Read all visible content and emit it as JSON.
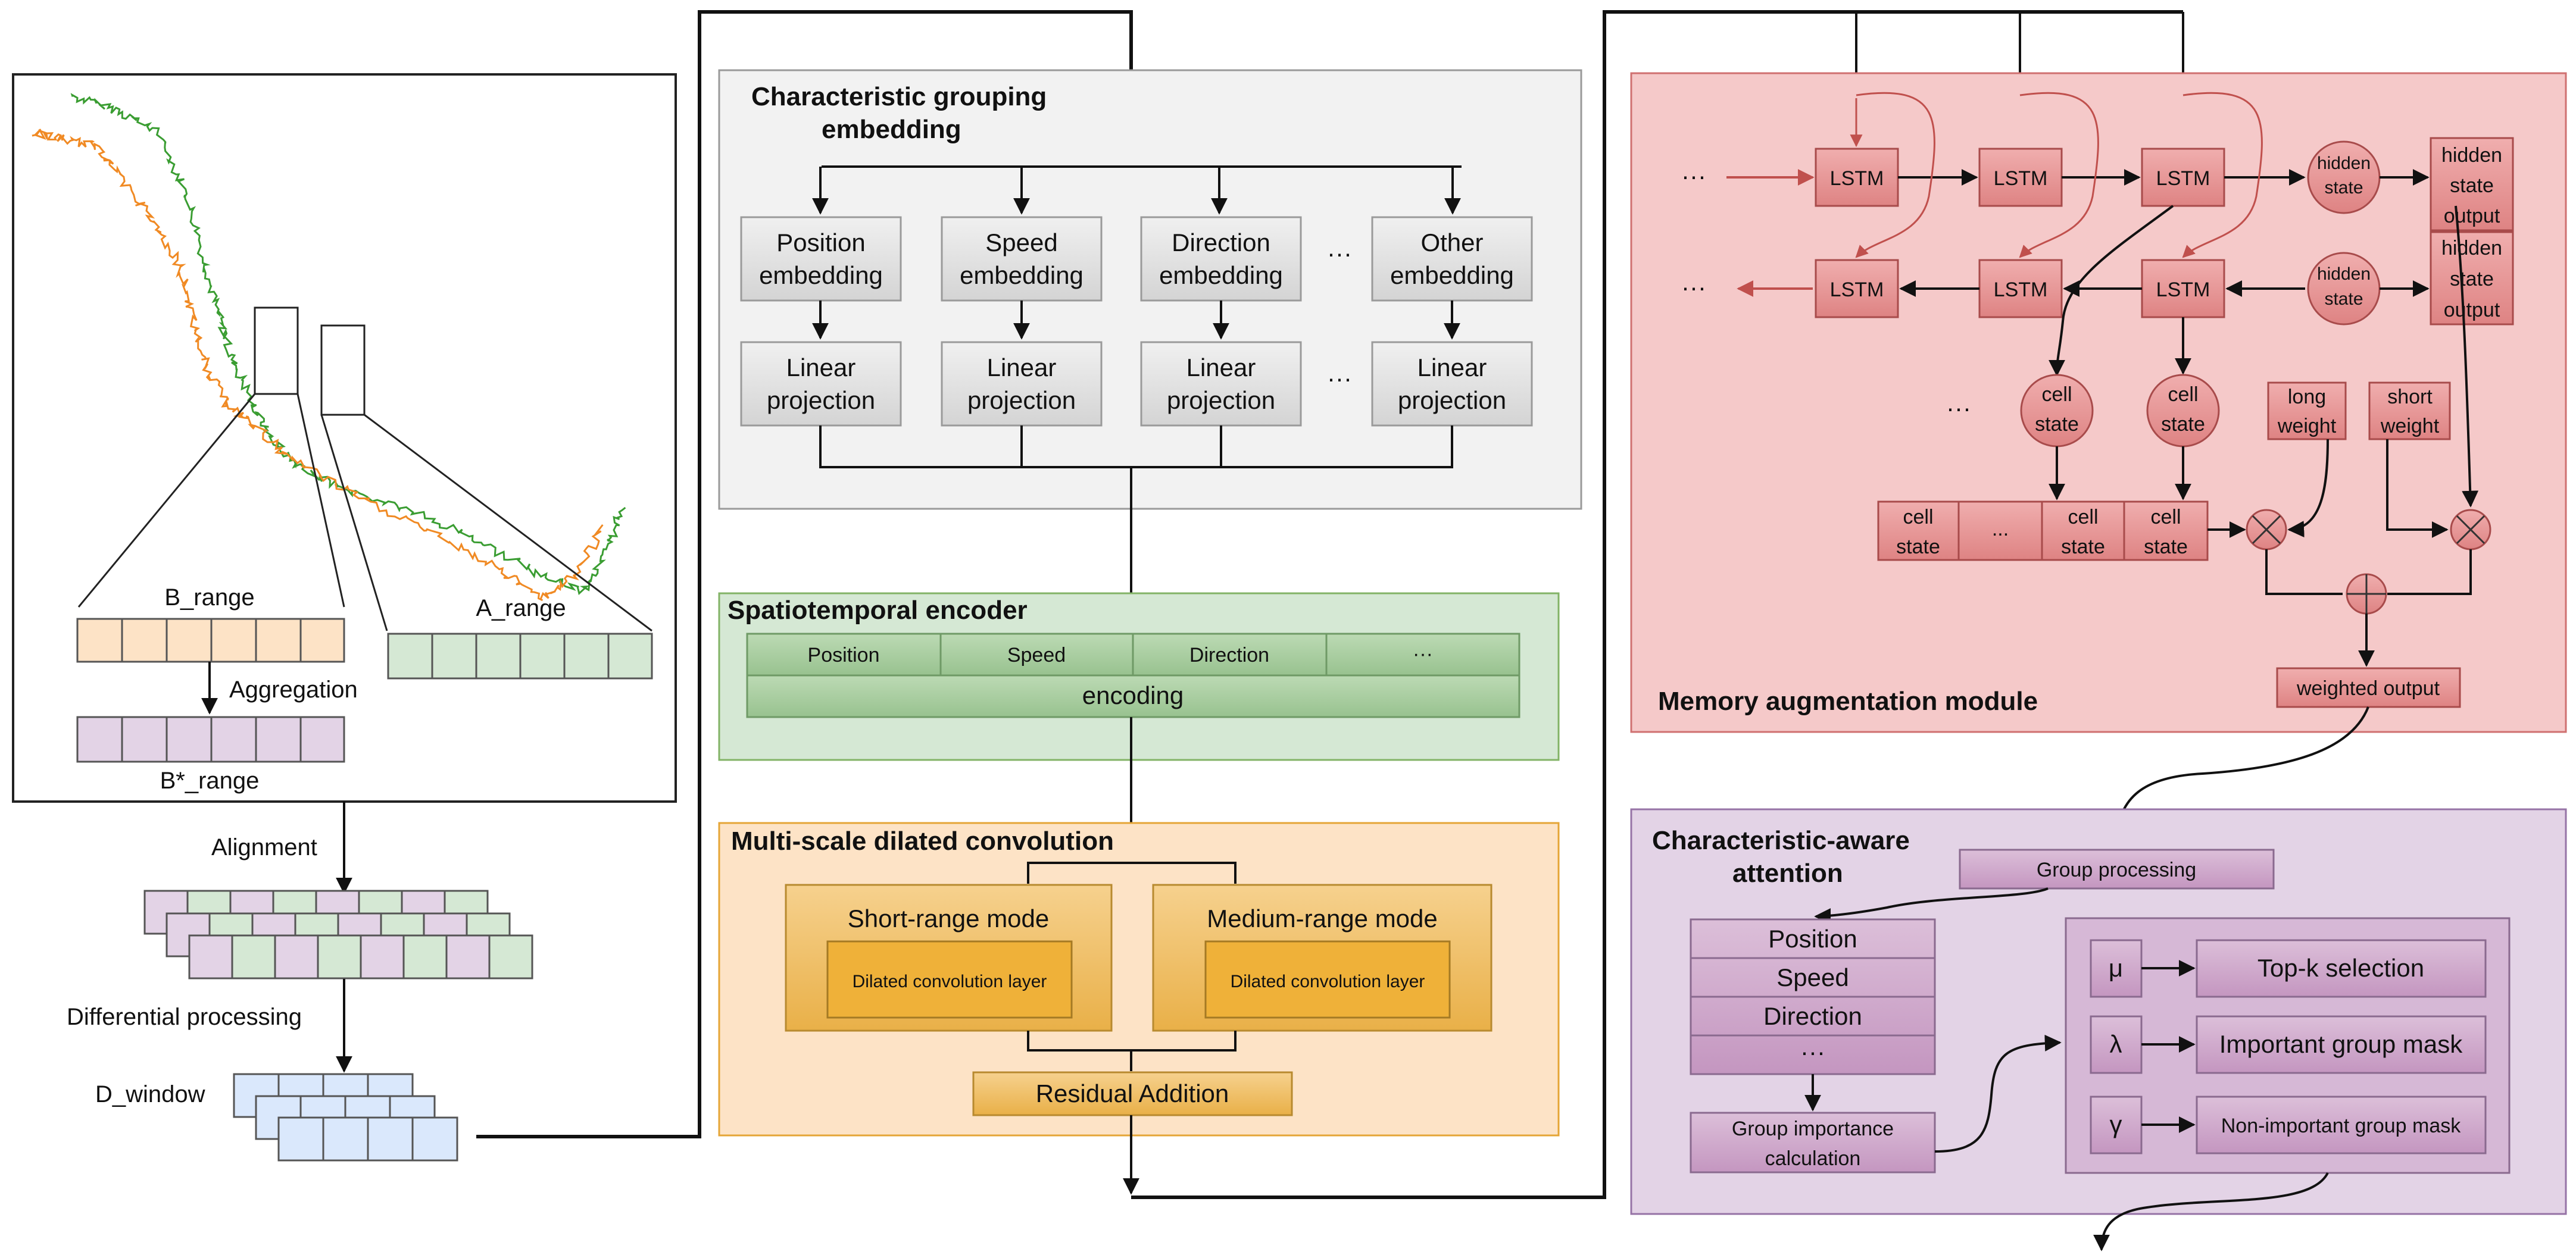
{
  "colors": {
    "panel_grey": "#f2f2f2",
    "panel_green": "#d5e8d4",
    "panel_orange": "#fde3c6",
    "panel_red": "#f5c9c9",
    "panel_purple": "#e3d3e6",
    "grey_box": "#e0e0e0",
    "green_box": "#a9cda1",
    "orange_box": "#efbd60",
    "red_box": "#e89696",
    "purple_box": "#cfa8cc",
    "series_green": "#3a9d32",
    "series_orange": "#f08a24",
    "arrow_red": "#c0504d"
  },
  "left_panel": {
    "b_range": "B_range",
    "a_range": "A_range",
    "aggregation": "Aggregation",
    "b_star_range": "B*_range",
    "alignment": "Alignment",
    "differential": "Differential processing",
    "d_window": "D_window",
    "series": [
      {
        "color_key": "series_green",
        "points": [
          [
            0.09,
            0.03
          ],
          [
            0.16,
            0.05
          ],
          [
            0.22,
            0.08
          ],
          [
            0.26,
            0.16
          ],
          [
            0.29,
            0.26
          ],
          [
            0.31,
            0.33
          ],
          [
            0.33,
            0.39
          ],
          [
            0.36,
            0.45
          ],
          [
            0.39,
            0.5
          ],
          [
            0.43,
            0.54
          ],
          [
            0.5,
            0.57
          ],
          [
            0.6,
            0.6
          ],
          [
            0.7,
            0.64
          ],
          [
            0.8,
            0.69
          ],
          [
            0.86,
            0.71
          ],
          [
            0.9,
            0.65
          ],
          [
            0.92,
            0.59
          ]
        ]
      },
      {
        "color_key": "series_orange",
        "points": [
          [
            0.03,
            0.08
          ],
          [
            0.08,
            0.09
          ],
          [
            0.13,
            0.1
          ],
          [
            0.16,
            0.14
          ],
          [
            0.21,
            0.2
          ],
          [
            0.25,
            0.26
          ],
          [
            0.27,
            0.33
          ],
          [
            0.29,
            0.4
          ],
          [
            0.32,
            0.45
          ],
          [
            0.36,
            0.48
          ],
          [
            0.42,
            0.53
          ],
          [
            0.52,
            0.58
          ],
          [
            0.63,
            0.63
          ],
          [
            0.73,
            0.68
          ],
          [
            0.8,
            0.72
          ],
          [
            0.85,
            0.69
          ],
          [
            0.89,
            0.62
          ]
        ]
      }
    ]
  },
  "grouping": {
    "title_line1": "Characteristic grouping",
    "title_line2": "embedding",
    "embeddings": [
      {
        "l1": "Position",
        "l2": "embedding"
      },
      {
        "l1": "Speed",
        "l2": "embedding"
      },
      {
        "l1": "Direction",
        "l2": "embedding"
      },
      {
        "l1": "Other",
        "l2": "embedding"
      }
    ],
    "projections": [
      {
        "l1": "Linear",
        "l2": "projection"
      },
      {
        "l1": "Linear",
        "l2": "projection"
      },
      {
        "l1": "Linear",
        "l2": "projection"
      },
      {
        "l1": "Linear",
        "l2": "projection"
      }
    ],
    "ellipsis": "···"
  },
  "encoder": {
    "title": "Spatiotemporal encoder",
    "cells": [
      "Position",
      "Speed",
      "Direction",
      "···"
    ],
    "encoding": "encoding"
  },
  "dilated": {
    "title": "Multi-scale dilated convolution",
    "short_mode": "Short-range mode",
    "medium_mode": "Medium-range mode",
    "layer": "Dilated convolution layer",
    "residual": "Residual Addition"
  },
  "memory": {
    "title": "Memory augmentation module",
    "lstm": "LSTM",
    "dots": "···",
    "hidden_l1": "hidden",
    "hidden_l2": "state",
    "hidden_out": [
      "hidden",
      "state",
      "output"
    ],
    "cell_l1": "cell",
    "cell_l2": "state",
    "cell_mid": "...",
    "long_l1": "long",
    "long_l2": "weight",
    "short_l1": "short",
    "short_l2": "weight",
    "weighted_output": "weighted output"
  },
  "attention": {
    "title_line1": "Characteristic-aware",
    "title_line2": "attention",
    "group_processing": "Group processing",
    "groups": [
      "Position",
      "Speed",
      "Direction",
      "···"
    ],
    "importance_l1": "Group importance",
    "importance_l2": "calculation",
    "params": [
      {
        "symbol": "μ",
        "label": "Top-k selection"
      },
      {
        "symbol": "λ",
        "label": "Important group mask"
      },
      {
        "symbol": "γ",
        "label": "Non-important group mask"
      }
    ]
  }
}
